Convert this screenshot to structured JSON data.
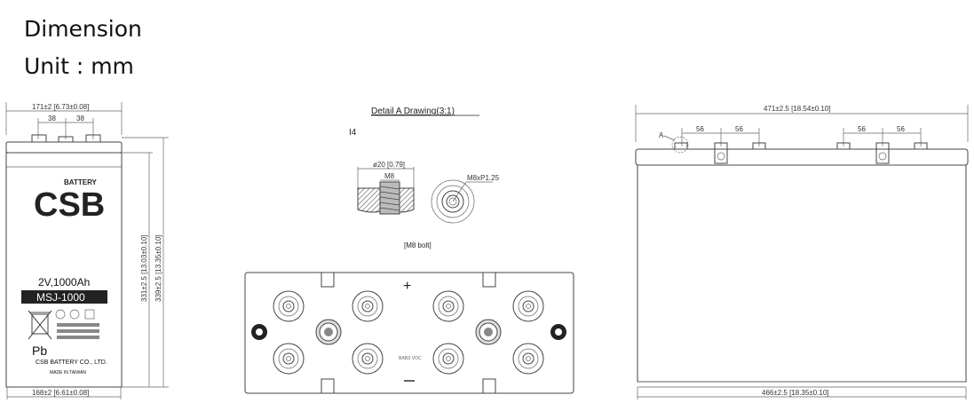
{
  "header": {
    "title": "Dimension",
    "unit": "Unit : mm"
  },
  "side_view": {
    "top_width": "171±2  [6.73±0.08]",
    "spacing_left": "38",
    "spacing_right": "38",
    "height_total": "339±2.5  [13.35±0.10]",
    "height_body": "331±2.5  [13.03±0.10]",
    "bottom_width": "168±2  [6.61±0.08]",
    "brand_text": "BATTERY",
    "rating": "2V,1000Ah",
    "model": "MSJ-1000",
    "pb": "Pb",
    "maker": "CSB BATTERY CO., LTD.",
    "origin": "MADE IN TAIWAN"
  },
  "detail": {
    "title": "Detail A Drawing(3:1)",
    "marker": "I4",
    "dia": "ø20  [0.79]",
    "m8": "M8",
    "thread": "M8xP1.25",
    "bolt": "[M8  bolt]"
  },
  "top_view": {
    "plus": "+",
    "minus": "−",
    "center_text": "BABS VOC"
  },
  "front_view": {
    "top_width": "471±2.5  [18.54±0.10]",
    "spacing": [
      "56",
      "56",
      "56",
      "56"
    ],
    "callout": "A",
    "bottom_width": "466±2.5  [18.35±0.10]"
  }
}
